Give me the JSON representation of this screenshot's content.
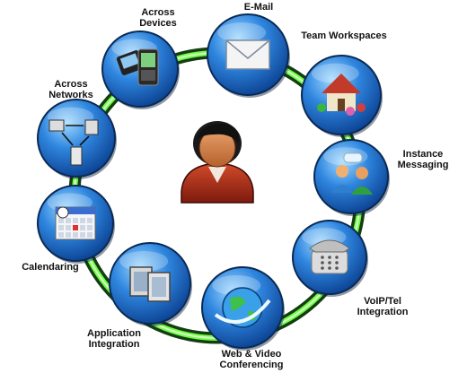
{
  "center": {
    "icon": "user-avatar-icon"
  },
  "nodes": [
    {
      "key": "across-devices",
      "lines": [
        "Across",
        "Devices"
      ],
      "icon": "handheld-devices-icon"
    },
    {
      "key": "email",
      "lines": [
        "E-Mail"
      ],
      "icon": "envelope-icon"
    },
    {
      "key": "team-workspaces",
      "lines": [
        "Team Workspaces"
      ],
      "icon": "house-people-icon"
    },
    {
      "key": "instance-messaging",
      "lines": [
        "Instance",
        "Messaging"
      ],
      "icon": "chat-people-icon"
    },
    {
      "key": "voip-tel",
      "lines": [
        "VoIP/Tel",
        "Integration"
      ],
      "icon": "telephone-icon"
    },
    {
      "key": "web-video",
      "lines": [
        "Web & Video",
        "Conferencing"
      ],
      "icon": "globe-icon"
    },
    {
      "key": "application-integration",
      "lines": [
        "Application",
        "Integration"
      ],
      "icon": "windows-icon"
    },
    {
      "key": "calendaring",
      "lines": [
        "Calendaring"
      ],
      "icon": "calendar-icon"
    },
    {
      "key": "across-networks",
      "lines": [
        "Across",
        "Networks"
      ],
      "icon": "network-computers-icon"
    }
  ],
  "colors": {
    "node_blue": "#1565c0",
    "node_light": "#6ec3ff",
    "ring_green": "#4cff33",
    "ring_dark": "#0b2a0b"
  }
}
